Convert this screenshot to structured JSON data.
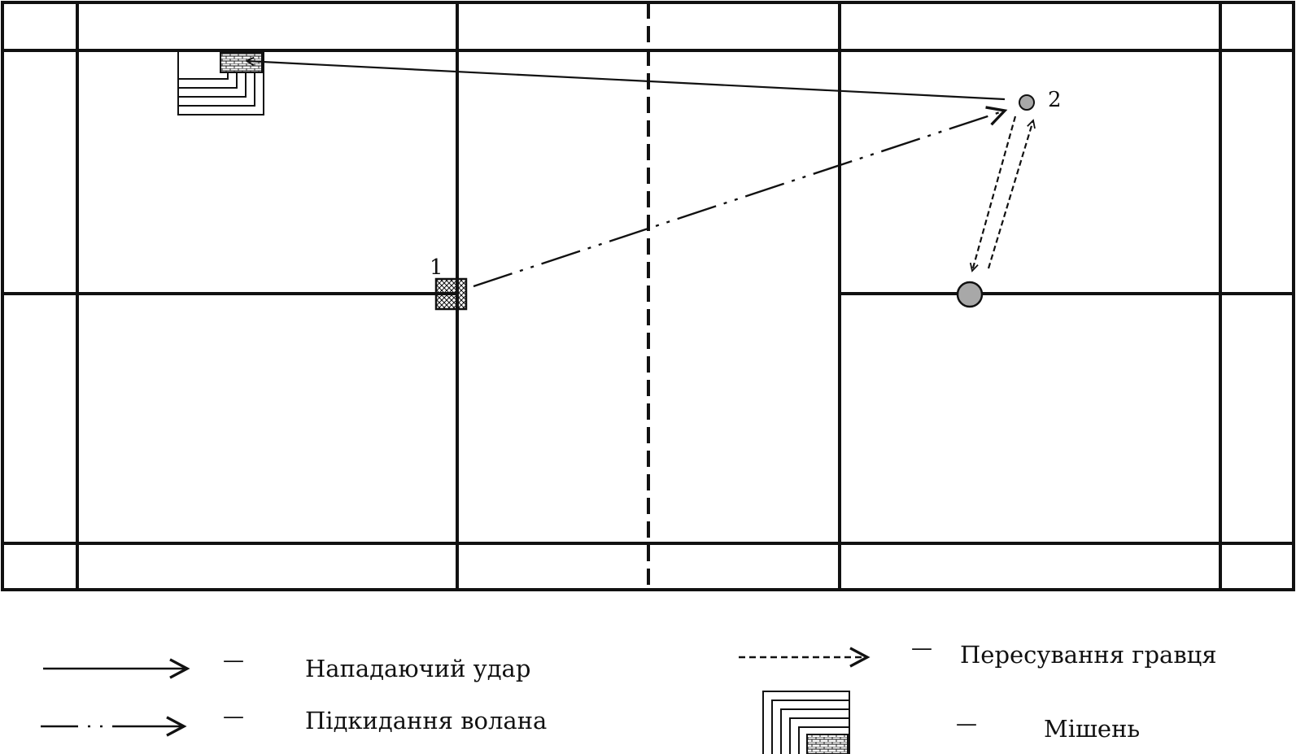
{
  "diagram": {
    "markers": {
      "one": "1",
      "two": "2"
    },
    "legend": {
      "attack": "Нападаючий удар",
      "toss": "Підкидання волана",
      "movement": "Пересування гравця",
      "target": "Мішень",
      "dash": "—"
    },
    "colors": {
      "line": "#111111",
      "player_fill": "#a8a8a8",
      "background": "#ffffff"
    },
    "icons": [
      "arrow-icon",
      "target-icon",
      "player-icon",
      "shuttle-position-icon"
    ]
  }
}
